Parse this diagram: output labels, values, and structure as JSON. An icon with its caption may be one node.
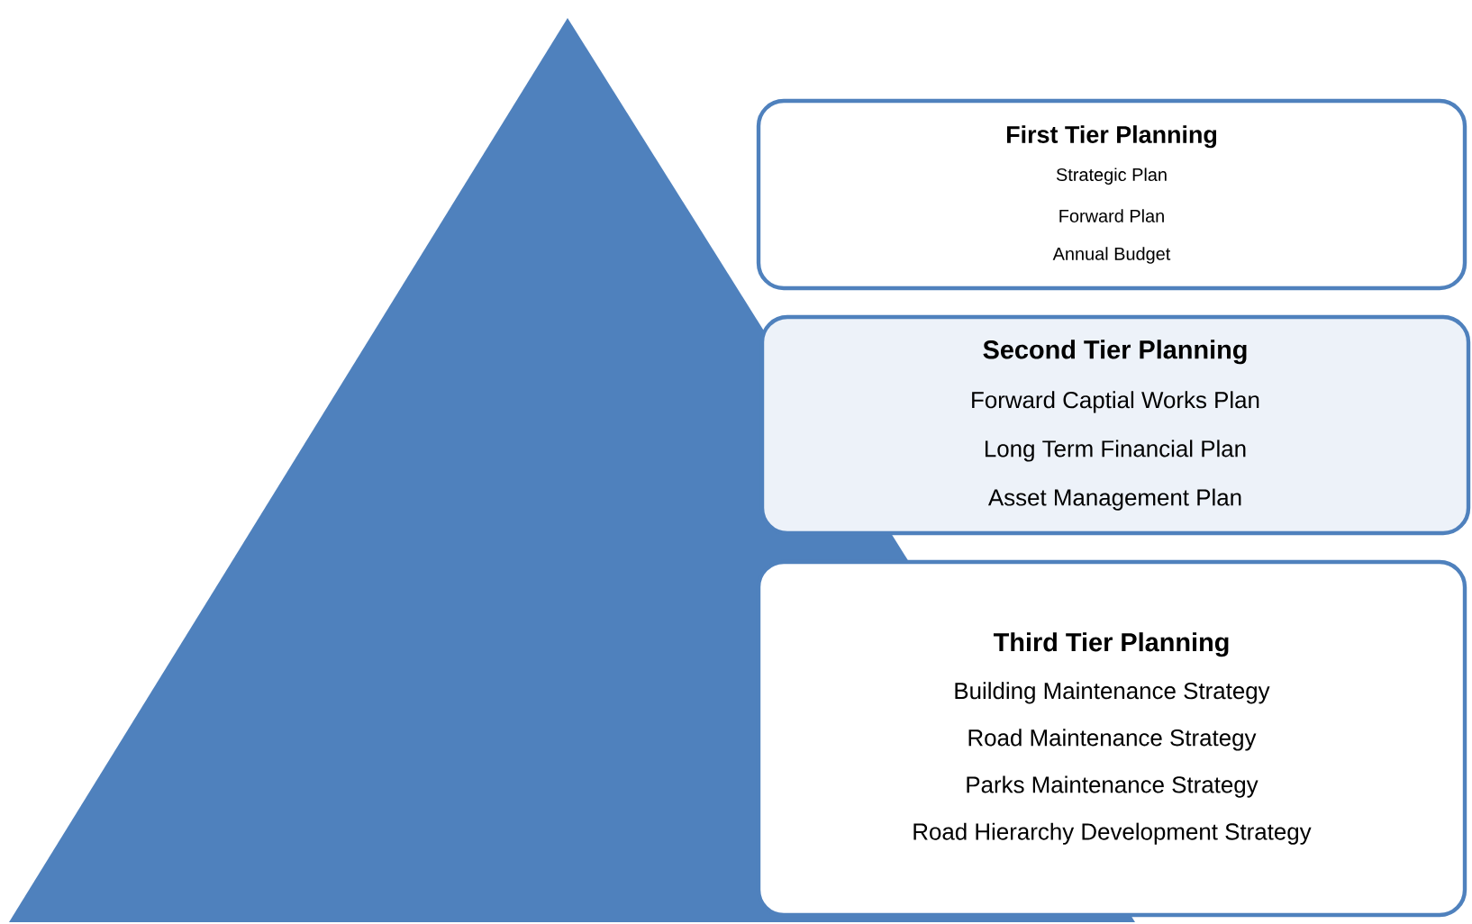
{
  "diagram": {
    "nodes": [
      {
        "text": [
          "First Tier Planning",
          "Strategic Plan",
          "Forward Plan",
          "Annual Budget"
        ]
      },
      {
        "text": [
          "Second Tier Planning",
          "Forward Captial Works Plan",
          "Long Term Financial Plan",
          "Asset Management Plan"
        ]
      },
      {
        "text": [
          "Third Tier Planning",
          "Building Maintenance Strategy",
          "Road Maintenance Strategy",
          "Parks Maintenance Strategy",
          "Road Hierarchy Development Strategy"
        ]
      }
    ]
  }
}
